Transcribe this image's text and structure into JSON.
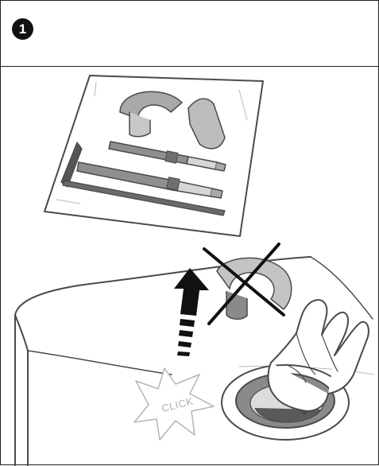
{
  "step": {
    "number": "1"
  },
  "illustration": {
    "click_label": "CLICK",
    "colors": {
      "line": "#4a4a4a",
      "fill_gray": "#a9a9a9",
      "light_gray": "#d6d6d6",
      "dark_gray": "#555555",
      "black": "#111111"
    },
    "icons": [
      "transit-bolt-kit",
      "spacer-icon",
      "up-arrow-icon",
      "cross-out-icon",
      "click-burst-icon",
      "hand-icon",
      "washer-hole"
    ]
  }
}
